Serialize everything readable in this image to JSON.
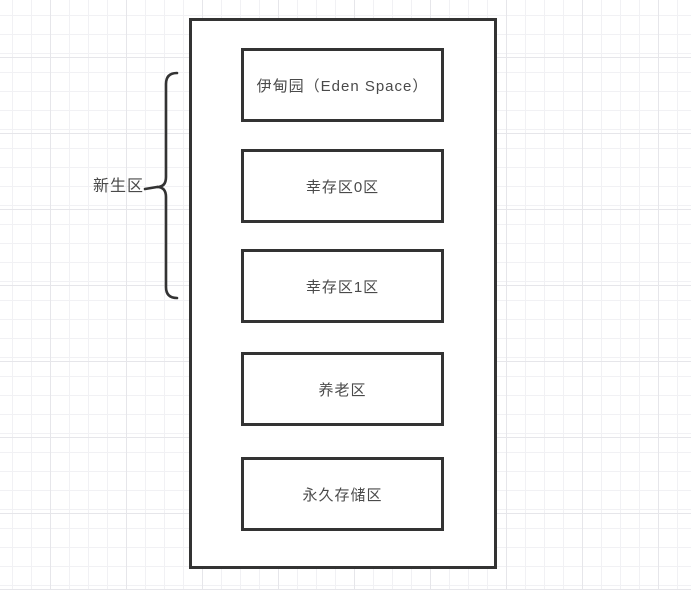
{
  "canvas": {
    "background_color": "#ffffff",
    "grid_minor_color": "#f1f1f4",
    "grid_major_color": "#e6e6ea"
  },
  "diagram": {
    "border_color": "#333333",
    "text_color": "#4a4a4a",
    "group_brace": {
      "label": "新生区"
    },
    "boxes": [
      {
        "label": "伊甸园（Eden Space）"
      },
      {
        "label": "幸存区0区"
      },
      {
        "label": "幸存区1区"
      },
      {
        "label": "养老区"
      },
      {
        "label": "永久存储区"
      }
    ]
  }
}
